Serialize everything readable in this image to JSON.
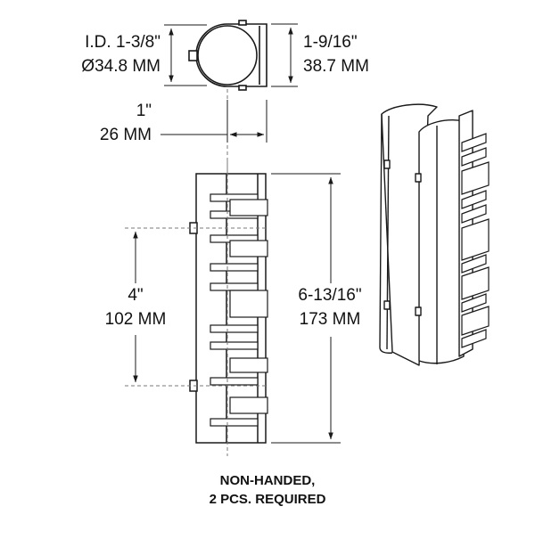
{
  "dimensions": {
    "inner_diameter": {
      "line1": "I.D. 1-3/8\"",
      "line2": "Ø34.8 MM"
    },
    "outer_height": {
      "line1": "1-9/16\"",
      "line2": "38.7 MM"
    },
    "depth": {
      "line1": "1\"",
      "line2": "26 MM"
    },
    "hole_spacing": {
      "line1": "4\"",
      "line2": "102 MM"
    },
    "overall_length": {
      "line1": "6-13/16\"",
      "line2": "173 MM"
    }
  },
  "note": {
    "line1": "NON-HANDED,",
    "line2": "2 PCS. REQUIRED"
  },
  "colors": {
    "stroke": "#1a1a1a",
    "dash": "#7a7a7a",
    "fill": "#ffffff",
    "text": "#111111"
  }
}
